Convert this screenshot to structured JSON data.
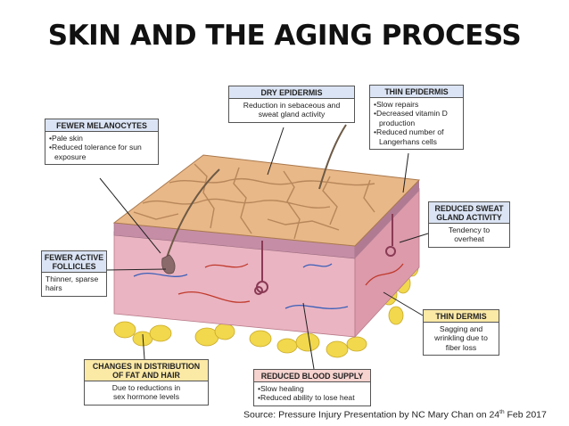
{
  "title": "SKIN AND THE AGING PROCESS",
  "labels": {
    "dry_epidermis": {
      "heading": "DRY EPIDERMIS",
      "lines": [
        "Reduction in sebaceous and",
        "sweat gland activity"
      ]
    },
    "thin_epidermis": {
      "heading": "THIN EPIDERMIS",
      "lines": [
        "•Slow repairs",
        "•Decreased vitamin D",
        "  production",
        "•Reduced number of",
        "  Langerhans cells"
      ]
    },
    "fewer_melanocytes": {
      "heading": "FEWER MELANOCYTES",
      "lines": [
        "•Pale skin",
        "•Reduced tolerance for sun",
        "  exposure"
      ]
    },
    "reduced_sweat": {
      "heading": "REDUCED SWEAT GLAND ACTIVITY",
      "heading_lines": [
        "REDUCED SWEAT",
        "GLAND ACTIVITY"
      ],
      "lines": [
        "Tendency to",
        "overheat"
      ]
    },
    "fewer_follicles": {
      "heading_lines": [
        "FEWER ACTIVE",
        "FOLLICLES"
      ],
      "lines": [
        "Thinner, sparse",
        "hairs"
      ]
    },
    "thin_dermis": {
      "heading": "THIN DERMIS",
      "lines": [
        "Sagging and",
        "wrinkling due to",
        "fiber loss"
      ]
    },
    "fat_hair": {
      "heading_lines": [
        "CHANGES IN DISTRIBUTION",
        "OF FAT AND HAIR"
      ],
      "lines": [
        "Due to reductions in",
        "sex hormone levels"
      ]
    },
    "blood_supply": {
      "heading": "REDUCED BLOOD SUPPLY",
      "lines": [
        "•Slow healing",
        "•Reduced ability to lose heat"
      ]
    }
  },
  "source": {
    "text": "Source: Pressure Injury Presentation by NC Mary Chan on 24",
    "superscript": "th",
    "after": " Feb 2017"
  },
  "colors": {
    "epidermis": "#e9b888",
    "epidermis_crack": "#b7865a",
    "dermis": "#eab4c2",
    "dermis_side": "#dc9aab",
    "fat": "#f1d84c",
    "header_blue": "#dbe4f4",
    "header_pink": "#f6d3cf",
    "header_yellow": "#fbe9a6"
  }
}
